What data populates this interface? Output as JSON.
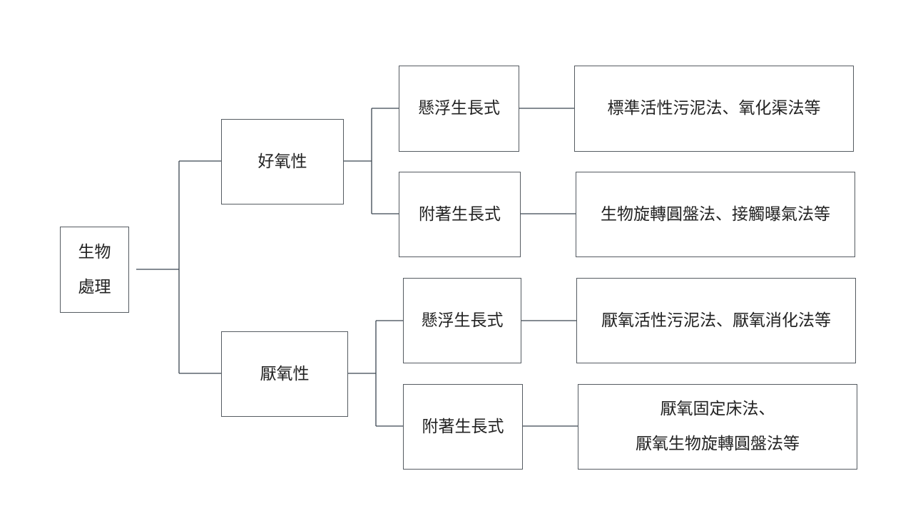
{
  "colors": {
    "line": "#3b4650",
    "border": "#555b61",
    "text": "#222222",
    "background": "#ffffff"
  },
  "root": {
    "line1": "生物",
    "line2": "處理"
  },
  "aerobic": {
    "label": "好氧性",
    "suspended": {
      "label": "懸浮生長式",
      "methods": "標準活性污泥法、氧化渠法等"
    },
    "attached": {
      "label": "附著生長式",
      "methods": "生物旋轉圓盤法、接觸曝氣法等"
    }
  },
  "anaerobic": {
    "label": "厭氧性",
    "suspended": {
      "label": "懸浮生長式",
      "methods": "厭氧活性污泥法、厭氧消化法等"
    },
    "attached": {
      "label": "附著生長式",
      "methods_line1": "厭氧固定床法、",
      "methods_line2": "厭氧生物旋轉圓盤法等"
    }
  }
}
